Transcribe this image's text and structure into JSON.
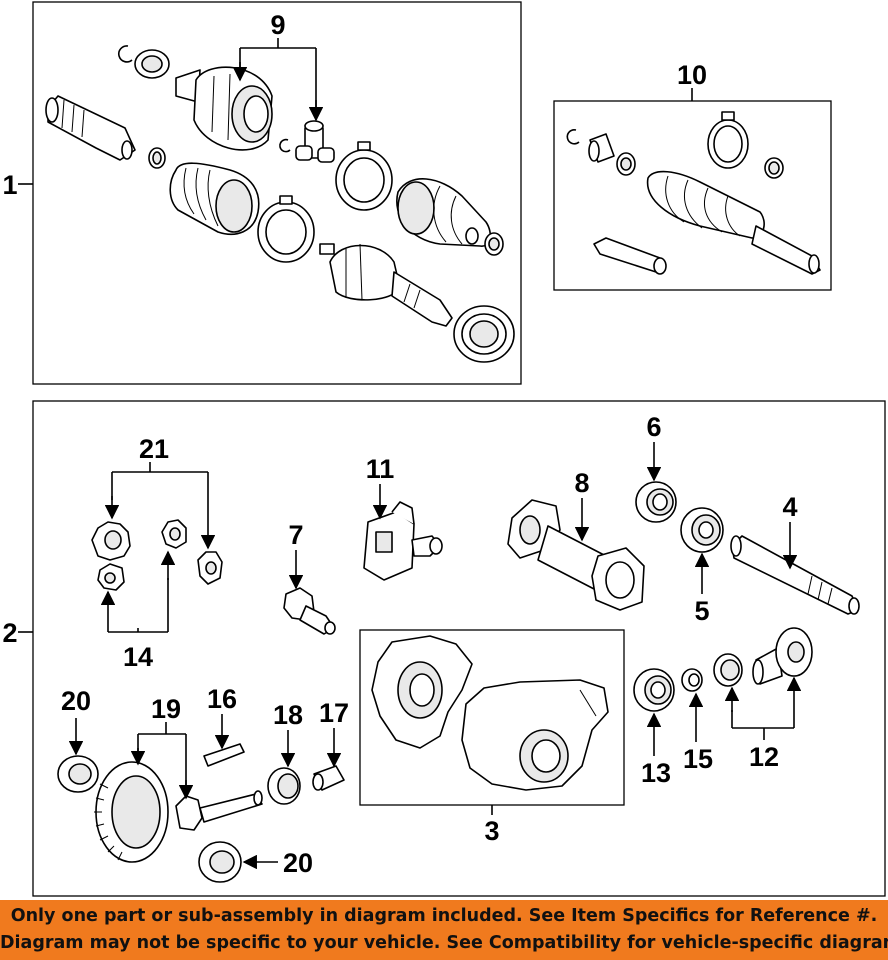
{
  "callouts": {
    "c1": "1",
    "c2": "2",
    "c3": "3",
    "c4": "4",
    "c5": "5",
    "c6": "6",
    "c7": "7",
    "c8": "8",
    "c9": "9",
    "c10": "10",
    "c11": "11",
    "c12": "12",
    "c13": "13",
    "c14": "14",
    "c15": "15",
    "c16": "16",
    "c17": "17",
    "c18": "18",
    "c19": "19",
    "c20a": "20",
    "c20b": "20",
    "c21": "21"
  },
  "banner": {
    "line1": "Only one part or sub-assembly in diagram included. See Item Specifics for Reference #.",
    "line2": "Diagram may not be specific to your vehicle. See Compatibility for vehicle-specific diagrams."
  },
  "colors": {
    "banner_bg": "#f07a1e",
    "line": "#000000",
    "background": "#ffffff"
  }
}
